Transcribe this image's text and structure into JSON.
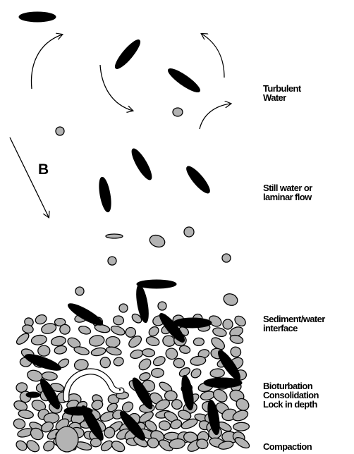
{
  "labels": {
    "turbulent": [
      "Turbulent",
      "Water"
    ],
    "still": [
      "Still water or",
      "laminar flow"
    ],
    "interface": [
      "Sediment/water",
      "interface"
    ],
    "processes": [
      "Bioturbation",
      "Consolidation",
      "Lock in depth"
    ],
    "compaction": "Compaction"
  },
  "marker": "B",
  "colors": {
    "grain": "#b3b3b3",
    "flake": "#000000",
    "outline": "#000000"
  }
}
